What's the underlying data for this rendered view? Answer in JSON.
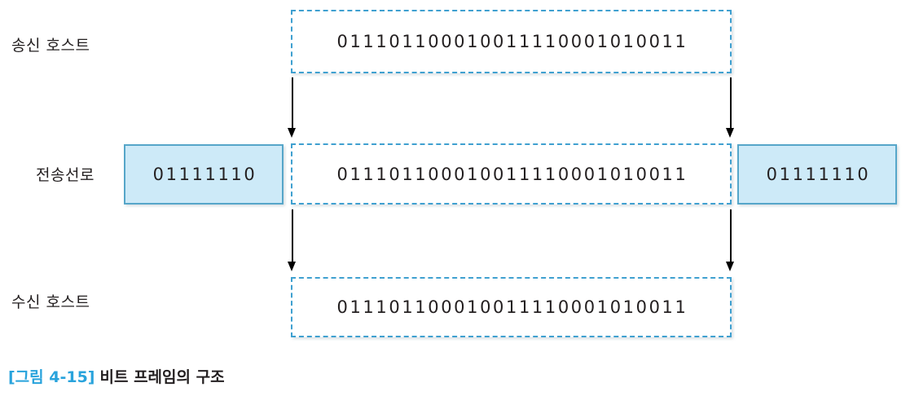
{
  "figure": {
    "caption_number": "[그림 4-15]",
    "caption_text": "비트 프레임의 구조",
    "colors": {
      "accent_blue": "#29a3dc",
      "dashed_border": "#3fa0d0",
      "flag_fill": "#cdeaf8",
      "flag_border": "#56a6c9",
      "text": "#231f20"
    }
  },
  "rows": [
    {
      "label": "송신 호스트",
      "payload": "011101100010011110001010011"
    },
    {
      "label": "전송선로",
      "payload": "011101100010011110001010011",
      "flag_left": "01111110",
      "flag_right": "01111110"
    },
    {
      "label": "수신 호스트",
      "payload": "011101100010011110001010011"
    }
  ]
}
